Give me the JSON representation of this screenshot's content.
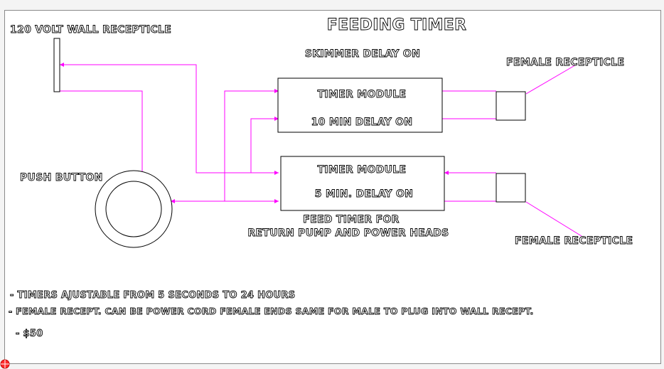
{
  "title": "FEEDING TIMER",
  "labels": {
    "wall_receptacle": "120 VOLT WALL RECEPTICLE",
    "skimmer_delay": "SKIMMER DELAY ON",
    "female_receptacle_top": "FEMALE RECEPTICLE",
    "female_receptacle_bottom": "FEMALE RECEPTICLE",
    "push_button": "PUSH BUTTON",
    "feed_timer_line1": "FEED TIMER FOR",
    "feed_timer_line2": "RETURN PUMP AND POWER HEADS"
  },
  "modules": [
    {
      "title": "TIMER MODULE",
      "delay": "10 MIN DELAY ON"
    },
    {
      "title": "TIMER MODULE",
      "delay": "5 MIN. DELAY ON"
    }
  ],
  "notes": [
    "- TIMERS AJUSTABLE FROM 5 SECONDS TO 24 HOURS",
    "- FEMALE RECEPT. CAN BE POWER CORD FEMALE ENDS SAME FOR MALE TO PLUG INTO WALL RECEPT.",
    "- $50"
  ],
  "colors": {
    "wire": "#ff00ff",
    "outline": "#000000",
    "background": "#ffffff"
  }
}
